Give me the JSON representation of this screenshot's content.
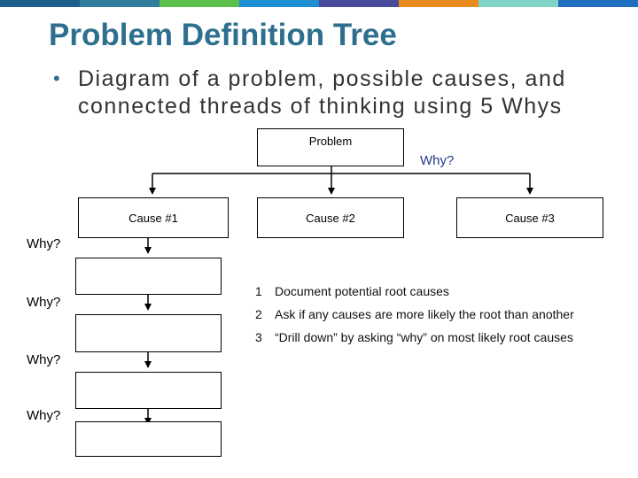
{
  "top_bar_colors": [
    "#1f5f8b",
    "#2e7d9e",
    "#5cbf4a",
    "#1e8fd1",
    "#4a4a9a",
    "#e98a1f",
    "#7fd3c7",
    "#1e6fbf"
  ],
  "title": "Problem Definition Tree",
  "bullet": {
    "marker": "•",
    "text": "Diagram of a problem, possible causes, and connected threads of thinking using 5 Whys"
  },
  "diagram": {
    "problem_label": "Problem",
    "why_top": "Why?",
    "causes": [
      "Cause #1",
      "Cause #2",
      "Cause #3"
    ],
    "left_whys": [
      "Why?",
      "Why?",
      "Why?",
      "Why?"
    ]
  },
  "steps": [
    {
      "num": "1",
      "text": "Document potential root causes"
    },
    {
      "num": "2",
      "text": "Ask if any causes are more likely the root than another"
    },
    {
      "num": "3",
      "text": "“Drill down” by asking “why” on most likely root causes"
    }
  ]
}
